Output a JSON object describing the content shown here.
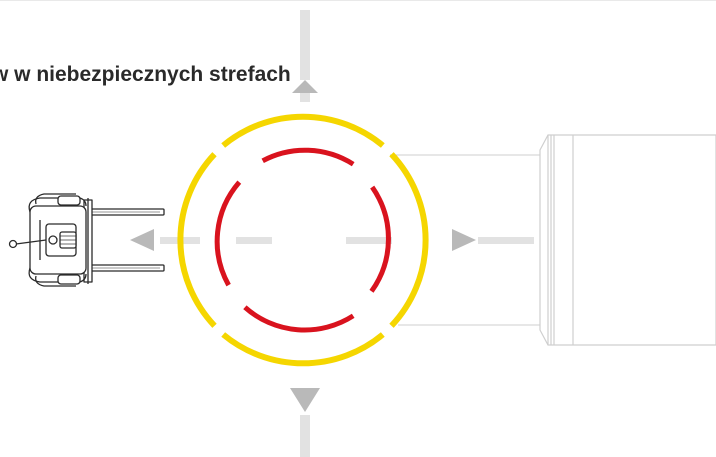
{
  "caption": "w w niebezpiecznych strefach",
  "colors": {
    "outer_zone": "#f5d600",
    "inner_zone": "#d9131e",
    "direction_lines": "#e2e2e2",
    "arrows": "#b9b9b9",
    "outline": "#cfcfcf",
    "caption_text": "#2a2a2a"
  },
  "zones": [
    {
      "name": "outer-warning-zone",
      "color": "yellow",
      "segments": 4
    },
    {
      "name": "inner-danger-zone",
      "color": "red",
      "segments": 4
    }
  ],
  "directions": [
    "up",
    "left",
    "right",
    "down"
  ],
  "icons": [
    "forklift-icon",
    "rack-icon"
  ]
}
